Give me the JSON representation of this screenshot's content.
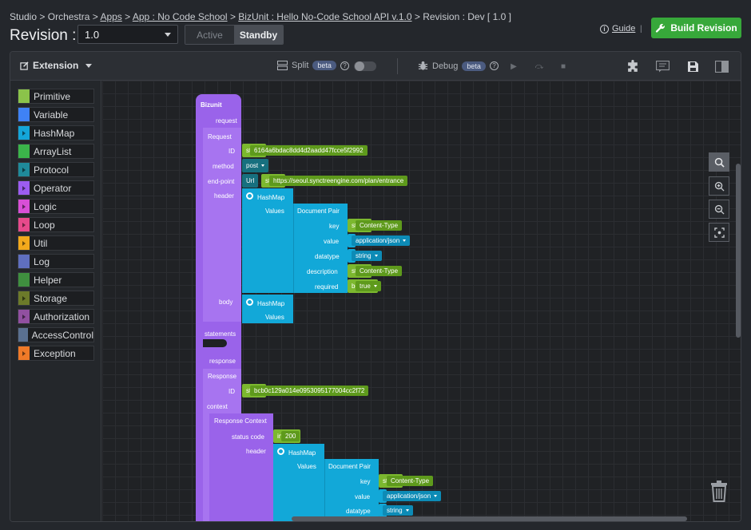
{
  "breadcrumb": {
    "studio": "Studio",
    "orchestra": "Orchestra",
    "apps": "Apps",
    "app": "App : No Code School",
    "bizunit": "BizUnit : Hello No-Code School API v.1.0",
    "revision": "Revision : Dev [ 1.0 ]",
    "sep": ">"
  },
  "header": {
    "title": "Revision :",
    "revision_value": "1.0",
    "seg_active": "Active",
    "seg_standby": "Standby",
    "guide": "Guide",
    "divider": "|",
    "build": "Build Revision"
  },
  "toolbar": {
    "extension": "Extension",
    "split": "Split",
    "debug": "Debug",
    "beta": "beta",
    "help": "?"
  },
  "palette": [
    {
      "label": "Primitive",
      "color": "#8bc34a",
      "arrow": false
    },
    {
      "label": "Variable",
      "color": "#3f82f5",
      "arrow": false
    },
    {
      "label": "HashMap",
      "color": "#14a5d9",
      "arrow": true
    },
    {
      "label": "ArrayList",
      "color": "#3bb54a",
      "arrow": false
    },
    {
      "label": "Protocol",
      "color": "#1f8a9a",
      "arrow": true
    },
    {
      "label": "Operator",
      "color": "#9c5cf0",
      "arrow": true
    },
    {
      "label": "Logic",
      "color": "#d84fd6",
      "arrow": true
    },
    {
      "label": "Loop",
      "color": "#e64a8b",
      "arrow": true
    },
    {
      "label": "Util",
      "color": "#f2a91c",
      "arrow": true
    },
    {
      "label": "Log",
      "color": "#5f6fbe",
      "arrow": false
    },
    {
      "label": "Helper",
      "color": "#3f8f3f",
      "arrow": false
    },
    {
      "label": "Storage",
      "color": "#6c7a2a",
      "arrow": true
    },
    {
      "label": "Authorization",
      "color": "#9150a0",
      "arrow": true
    },
    {
      "label": "AccessControl",
      "color": "#5a7090",
      "arrow": false
    },
    {
      "label": "Exception",
      "color": "#f07a28",
      "arrow": true
    }
  ],
  "blocks": {
    "bizunit": "Bizunit",
    "request": "request",
    "request_obj": "Request",
    "id": "ID",
    "string": "string",
    "request_id": "6164a6bdac8dd4d2aadd47fcce5f2992",
    "method": "method",
    "method_value": "post",
    "endpoint": "end-point",
    "url": "Url",
    "endpoint_value": "https://seoul.synctreengine.com/plan/entrance",
    "header": "header",
    "hashmap": "HashMap",
    "values": "Values",
    "document_pair": "Document Pair",
    "key": "key",
    "content_type": "Content-Type",
    "value": "value",
    "application_json": "application/json",
    "datatype": "datatype",
    "description": "description",
    "required": "required",
    "boolean": "boolean",
    "true_value": "true",
    "body": "body",
    "statements": "statements",
    "response": "response",
    "response_obj": "Response",
    "response_id": "bcb0c129a014e0953095177004cc2f72",
    "context": "context",
    "response_context": "Response Context",
    "status_code": "status code",
    "integer": "integer",
    "status_value": "200"
  }
}
